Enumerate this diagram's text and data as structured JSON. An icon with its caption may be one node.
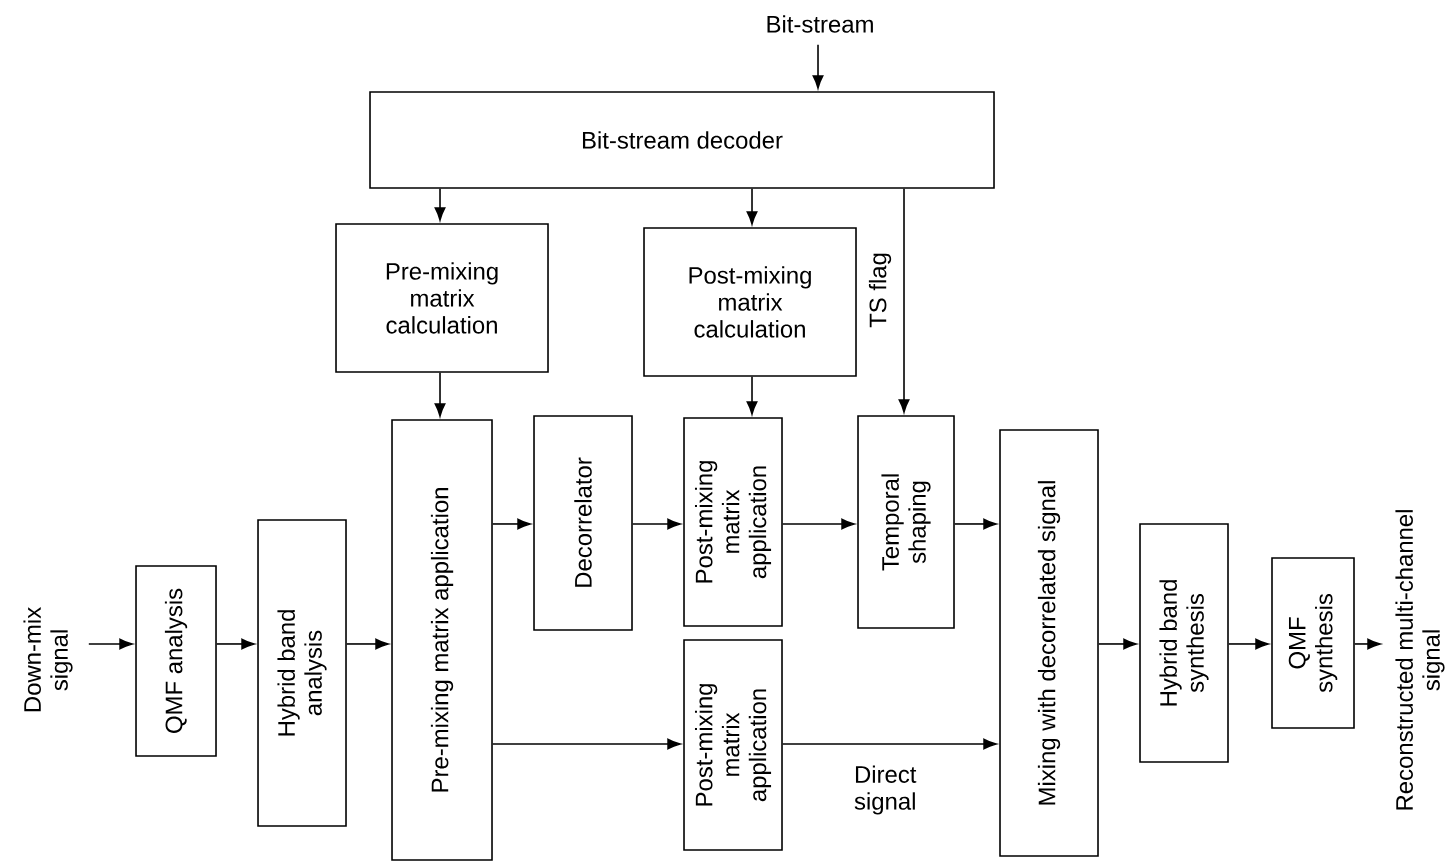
{
  "diagram": {
    "nodes": [
      {
        "text": [
          "Bit-stream"
        ]
      },
      {
        "text": [
          "Bit-stream decoder"
        ]
      },
      {
        "text": [
          "Pre-mixing matrix calculation"
        ]
      },
      {
        "text": [
          "Post-mixing matrix calculation"
        ]
      },
      {
        "text": [
          "Down-mix signal"
        ]
      },
      {
        "text": [
          "QMF analysis"
        ]
      },
      {
        "text": [
          "Hybrid band analysis"
        ]
      },
      {
        "text": [
          "Pre-mixing matrix application"
        ]
      },
      {
        "text": [
          "Decorrelator"
        ]
      },
      {
        "text": [
          "Post-mixing matrix application"
        ]
      },
      {
        "text": [
          "Post-mixing matrix application"
        ]
      },
      {
        "text": [
          "Temporal shaping"
        ]
      },
      {
        "text": [
          "Mixing with decorrelated signal"
        ]
      },
      {
        "text": [
          "Hybrid band synthesis"
        ]
      },
      {
        "text": [
          "QMF synthesis"
        ]
      },
      {
        "text": [
          "Reconstructed multi-channel signal"
        ]
      }
    ],
    "edges": [
      {
        "from": 0,
        "to": 1,
        "arrow": "to"
      },
      {
        "from": 1,
        "to": 2,
        "arrow": "to"
      },
      {
        "from": 1,
        "to": 3,
        "arrow": "to"
      },
      {
        "from": 1,
        "to": 11,
        "arrow": "to",
        "label": "TS flag"
      },
      {
        "from": 2,
        "to": 7,
        "arrow": "to"
      },
      {
        "from": 3,
        "to": 9,
        "arrow": "to"
      },
      {
        "from": 4,
        "to": 5,
        "arrow": "to"
      },
      {
        "from": 5,
        "to": 6,
        "arrow": "to"
      },
      {
        "from": 6,
        "to": 7,
        "arrow": "to"
      },
      {
        "from": 7,
        "to": 8,
        "arrow": "to"
      },
      {
        "from": 8,
        "to": 9,
        "arrow": "to"
      },
      {
        "from": 7,
        "to": 10,
        "arrow": "to"
      },
      {
        "from": 9,
        "to": 11,
        "arrow": "to"
      },
      {
        "from": 11,
        "to": 12,
        "arrow": "to"
      },
      {
        "from": 10,
        "to": 12,
        "arrow": "to",
        "label": "Direct signal"
      },
      {
        "from": 12,
        "to": 13,
        "arrow": "to"
      },
      {
        "from": 13,
        "to": 14,
        "arrow": "to"
      },
      {
        "from": 14,
        "to": 15,
        "arrow": "to"
      }
    ]
  }
}
